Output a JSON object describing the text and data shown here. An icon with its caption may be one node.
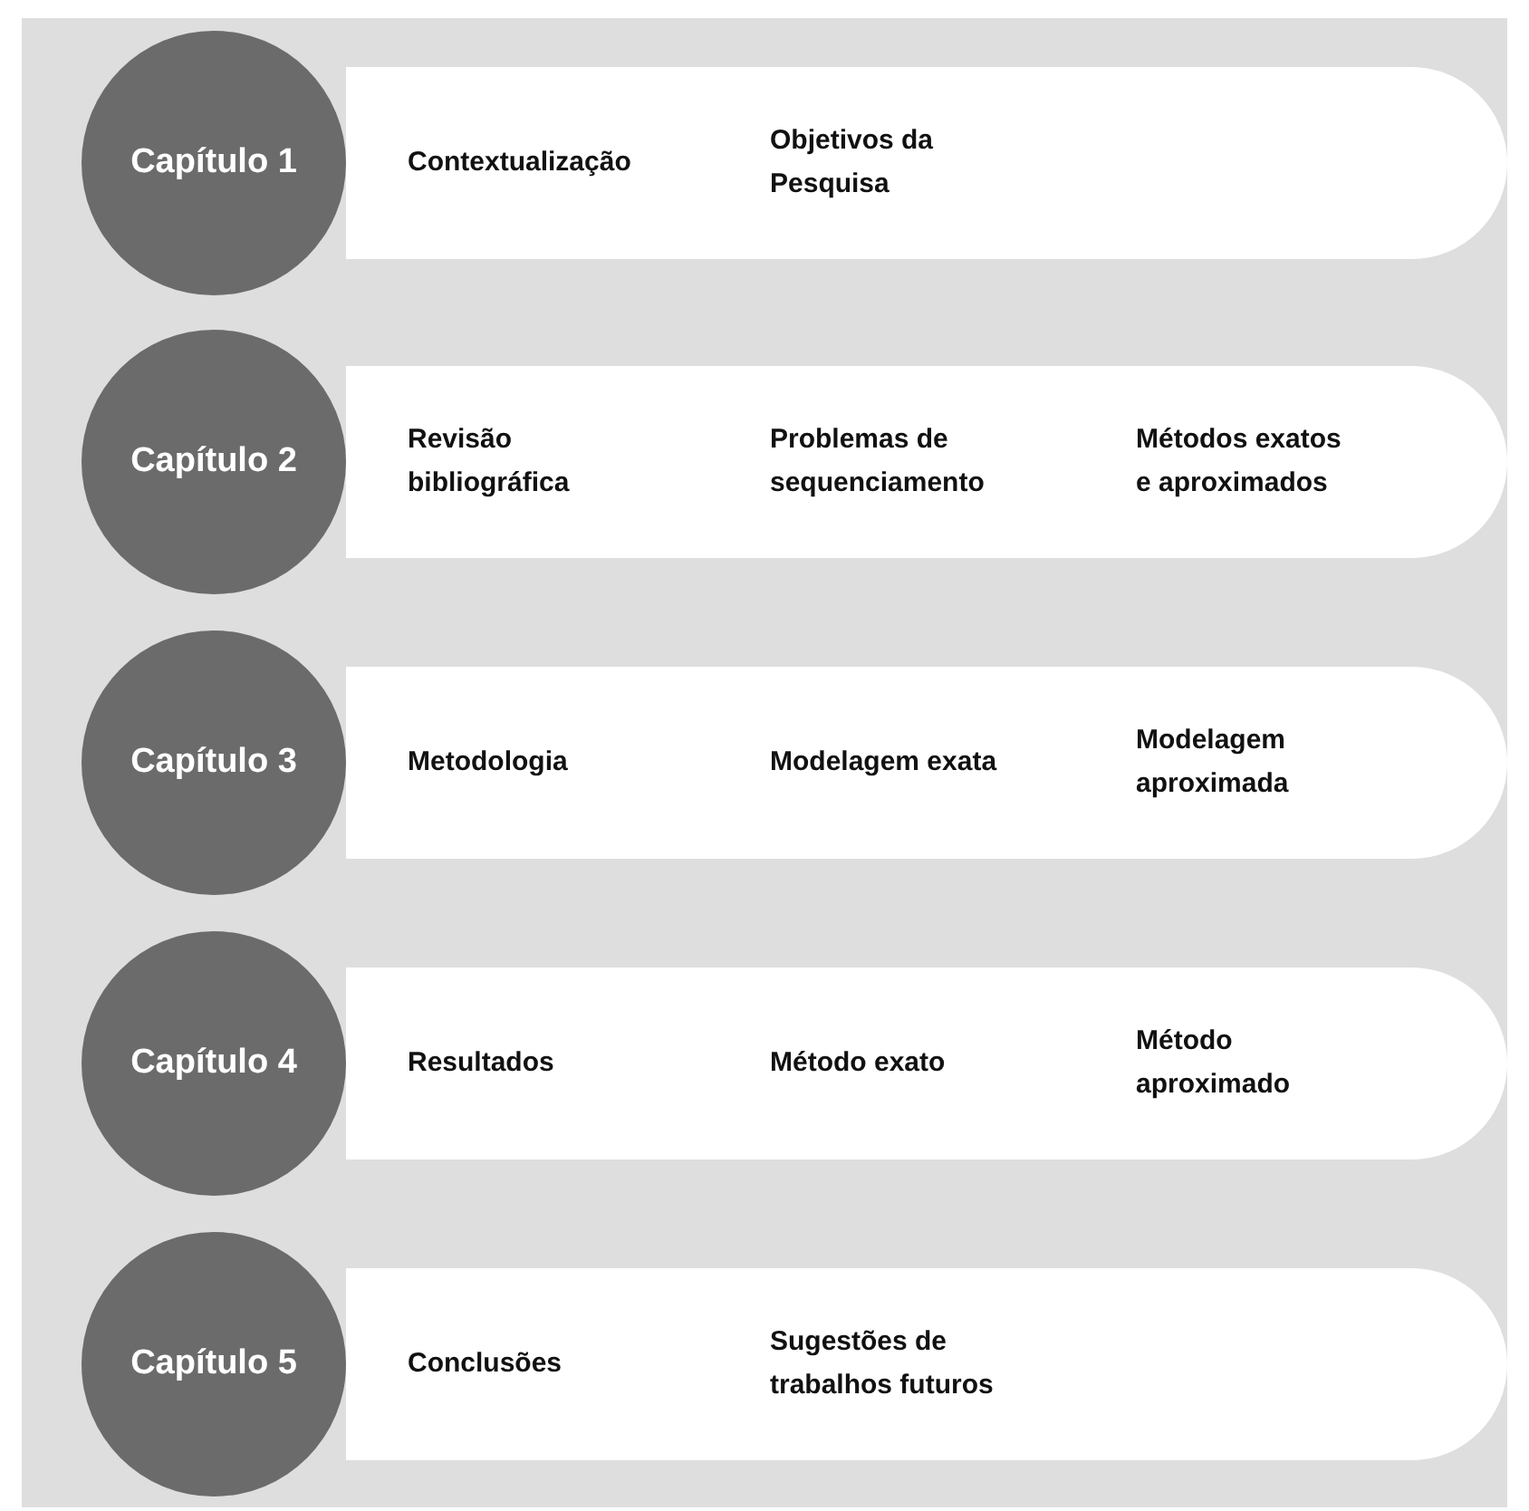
{
  "diagram": {
    "nodes": [
      {
        "text": [
          "Capítulo 1"
        ]
      },
      {
        "text": [
          "Contextualização",
          "Objetivos da Pesquisa"
        ]
      },
      {
        "text": [
          "Capítulo 2"
        ]
      },
      {
        "text": [
          "Revisão bibliográfica",
          "Problemas de sequenciamento",
          "Métodos exatos e aproximados"
        ]
      },
      {
        "text": [
          "Capítulo 3"
        ]
      },
      {
        "text": [
          "Metodologia",
          "Modelagem exata",
          "Modelagem aproximada"
        ]
      },
      {
        "text": [
          "Capítulo 4"
        ]
      },
      {
        "text": [
          "Resultados",
          "Método exato",
          "Método aproximado"
        ]
      },
      {
        "text": [
          "Capítulo 5"
        ]
      },
      {
        "text": [
          "Conclusões",
          "Sugestões de trabalhos futuros"
        ]
      }
    ]
  }
}
